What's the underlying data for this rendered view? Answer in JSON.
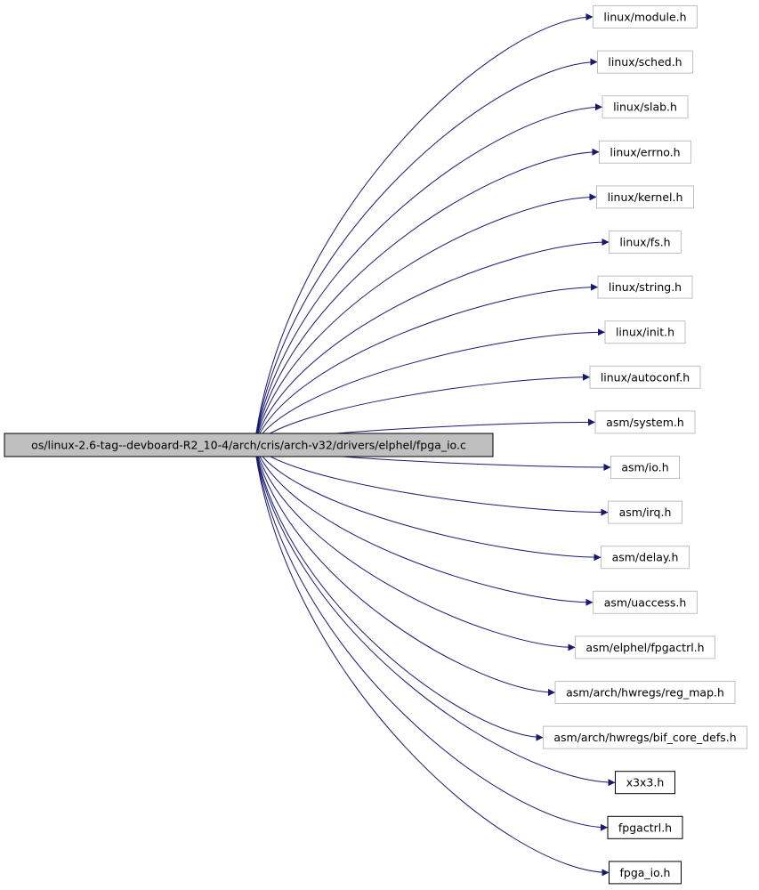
{
  "root": {
    "label": "os/linux-2.6-tag--devboard-R2_10-4/arch/cris/arch-v32/drivers/elphel/fpga_io.c",
    "fill": "#bfbfbf",
    "border": "#000000"
  },
  "edge_color": "#191970",
  "default_border": "#bfbfbf",
  "linked_border": "#000000",
  "includes": [
    {
      "label": "linux/module.h",
      "linked": false
    },
    {
      "label": "linux/sched.h",
      "linked": false
    },
    {
      "label": "linux/slab.h",
      "linked": false
    },
    {
      "label": "linux/errno.h",
      "linked": false
    },
    {
      "label": "linux/kernel.h",
      "linked": false
    },
    {
      "label": "linux/fs.h",
      "linked": false
    },
    {
      "label": "linux/string.h",
      "linked": false
    },
    {
      "label": "linux/init.h",
      "linked": false
    },
    {
      "label": "linux/autoconf.h",
      "linked": false
    },
    {
      "label": "asm/system.h",
      "linked": false
    },
    {
      "label": "asm/io.h",
      "linked": false
    },
    {
      "label": "asm/irq.h",
      "linked": false
    },
    {
      "label": "asm/delay.h",
      "linked": false
    },
    {
      "label": "asm/uaccess.h",
      "linked": false
    },
    {
      "label": "asm/elphel/fpgactrl.h",
      "linked": false
    },
    {
      "label": "asm/arch/hwregs/reg_map.h",
      "linked": false
    },
    {
      "label": "asm/arch/hwregs/bif_core_defs.h",
      "linked": false
    },
    {
      "label": "x3x3.h",
      "linked": true
    },
    {
      "label": "fpgactrl.h",
      "linked": true
    },
    {
      "label": "fpga_io.h",
      "linked": true
    }
  ]
}
